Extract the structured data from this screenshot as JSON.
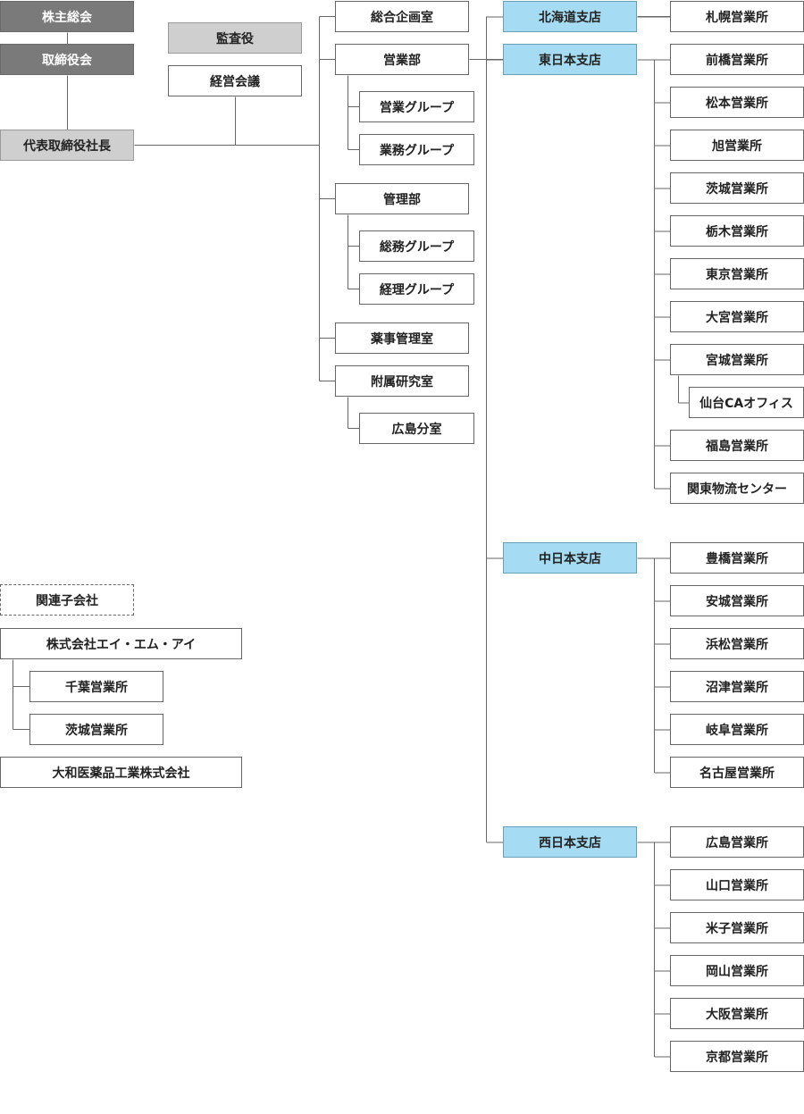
{
  "colors": {
    "exec": "#7a7a7a",
    "gray": "#cfcfcf",
    "branch": "#a6dcf3",
    "line": "#666666"
  },
  "governance": {
    "shareholders": "株主総会",
    "board": "取締役会",
    "president": "代表取締役社長",
    "auditor": "監査役",
    "management_meeting": "経営会議"
  },
  "departments": {
    "planning": "総合企画室",
    "sales": {
      "label": "営業部",
      "groups": [
        "営業グループ",
        "業務グループ"
      ]
    },
    "admin": {
      "label": "管理部",
      "groups": [
        "総務グループ",
        "経理グループ"
      ]
    },
    "pharma_affairs": "薬事管理室",
    "lab": {
      "label": "附属研究室",
      "sub": "広島分室"
    }
  },
  "branches": [
    {
      "name": "北海道支店",
      "offices": [
        {
          "name": "札幌営業所"
        }
      ]
    },
    {
      "name": "東日本支店",
      "offices": [
        {
          "name": "前橋営業所"
        },
        {
          "name": "松本営業所"
        },
        {
          "name": "旭営業所"
        },
        {
          "name": "茨城営業所"
        },
        {
          "name": "栃木営業所"
        },
        {
          "name": "東京営業所"
        },
        {
          "name": "大宮営業所"
        },
        {
          "name": "宮城営業所",
          "sub": "仙台CAオフィス"
        },
        {
          "name": "福島営業所"
        },
        {
          "name": "関東物流センター"
        }
      ]
    },
    {
      "name": "中日本支店",
      "offices": [
        {
          "name": "豊橋営業所"
        },
        {
          "name": "安城営業所"
        },
        {
          "name": "浜松営業所"
        },
        {
          "name": "沼津営業所"
        },
        {
          "name": "岐阜営業所"
        },
        {
          "name": "名古屋営業所"
        }
      ]
    },
    {
      "name": "西日本支店",
      "offices": [
        {
          "name": "広島営業所"
        },
        {
          "name": "山口営業所"
        },
        {
          "name": "米子営業所"
        },
        {
          "name": "岡山営業所"
        },
        {
          "name": "大阪営業所"
        },
        {
          "name": "京都営業所"
        }
      ]
    }
  ],
  "subsidiaries": {
    "label": "関連子会社",
    "companies": [
      {
        "name": "株式会社エイ・エム・アイ",
        "offices": [
          "千葉営業所",
          "茨城営業所"
        ]
      },
      {
        "name": "大和医薬品工業株式会社",
        "offices": []
      }
    ]
  }
}
